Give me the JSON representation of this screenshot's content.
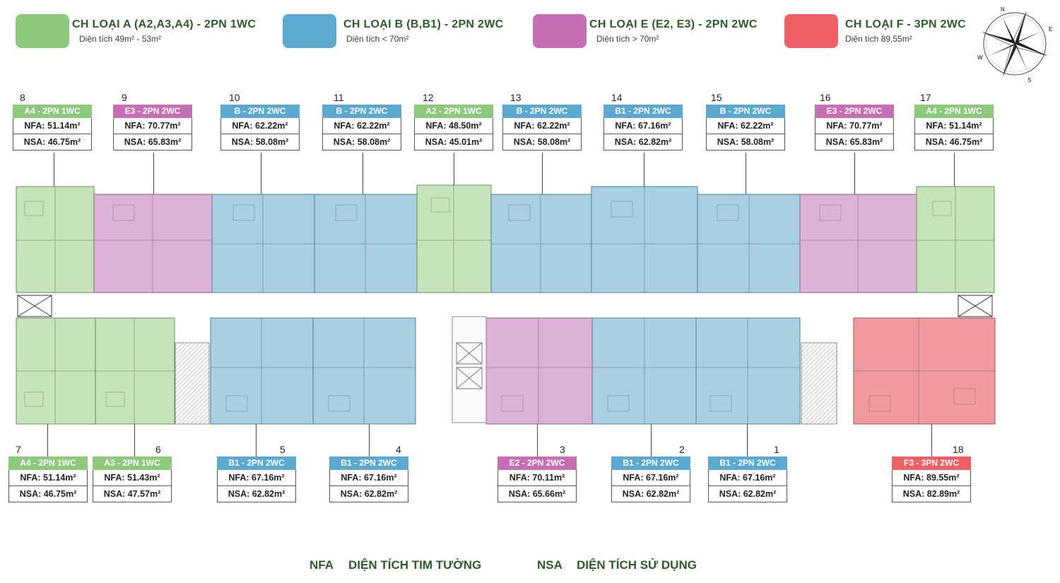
{
  "colors": {
    "A": "#8cc97c",
    "B": "#5ba9cf",
    "E": "#c66fb4",
    "F": "#ee5f66",
    "plan_A": "#c6e4b9",
    "plan_B": "#a9cfe2",
    "plan_E": "#dcb3d7",
    "plan_F": "#f09aa0",
    "text_green": "#2e5b2c"
  },
  "legend": [
    {
      "type": "A",
      "title": "CH LOẠI A (A2,A3,A4) - 2PN 1WC",
      "sub": "Diện tích 49m² - 53m²"
    },
    {
      "type": "B",
      "title": "CH LOẠI B (B,B1) - 2PN 2WC",
      "sub": "Diện tích < 70m²"
    },
    {
      "type": "E",
      "title": "CH LOẠI E (E2, E3) - 2PN 2WC",
      "sub": "Diện tích > 70m²"
    },
    {
      "type": "F",
      "title": "CH LOẠI F - 3PN 2WC",
      "sub": "Diện tích 89,55m²"
    }
  ],
  "compass": {
    "n": "N",
    "s": "S",
    "w": "W",
    "e": "E",
    "icon": "compass-rose-icon"
  },
  "units_top": [
    {
      "num": "8",
      "type": "A",
      "label": "A4 - 2PN 1WC",
      "nfa": "NFA: 51.14m²",
      "nsa": "NSA: 46.75m²"
    },
    {
      "num": "9",
      "type": "E",
      "label": "E3 - 2PN 2WC",
      "nfa": "NFA: 70.77m²",
      "nsa": "NSA: 65.83m²"
    },
    {
      "num": "10",
      "type": "B",
      "label": "B - 2PN 2WC",
      "nfa": "NFA: 62.22m²",
      "nsa": "NSA: 58.08m²"
    },
    {
      "num": "11",
      "type": "B",
      "label": "B - 2PN 2WC",
      "nfa": "NFA: 62.22m²",
      "nsa": "NSA: 58.08m²"
    },
    {
      "num": "12",
      "type": "A",
      "label": "A2 - 2PN 1WC",
      "nfa": "NFA: 48.50m²",
      "nsa": "NSA: 45.01m²"
    },
    {
      "num": "13",
      "type": "B",
      "label": "B - 2PN 2WC",
      "nfa": "NFA: 62.22m²",
      "nsa": "NSA: 58.08m²"
    },
    {
      "num": "14",
      "type": "B",
      "label": "B1 - 2PN 2WC",
      "nfa": "NFA: 67.16m²",
      "nsa": "NSA: 62.82m²"
    },
    {
      "num": "15",
      "type": "B",
      "label": "B - 2PN 2WC",
      "nfa": "NFA: 62.22m²",
      "nsa": "NSA: 58.08m²"
    },
    {
      "num": "16",
      "type": "E",
      "label": "E3 - 2PN 2WC",
      "nfa": "NFA: 70.77m²",
      "nsa": "NSA: 65.83m²"
    },
    {
      "num": "17",
      "type": "A",
      "label": "A4 - 2PN 1WC",
      "nfa": "NFA: 51.14m²",
      "nsa": "NSA: 46.75m²"
    }
  ],
  "units_bottom": [
    {
      "num": "7",
      "type": "A",
      "label": "A4 - 2PN 1WC",
      "nfa": "NFA: 51.14m²",
      "nsa": "NSA: 46.75m²"
    },
    {
      "num": "6",
      "type": "A",
      "label": "A3 - 2PN 1WC",
      "nfa": "NFA: 51.43m²",
      "nsa": "NSA: 47.57m²"
    },
    {
      "num": "5",
      "type": "B",
      "label": "B1 - 2PN 2WC",
      "nfa": "NFA: 67.16m²",
      "nsa": "NSA: 62.82m²"
    },
    {
      "num": "4",
      "type": "B",
      "label": "B1 - 2PN 2WC",
      "nfa": "NFA: 67.16m²",
      "nsa": "NSA: 62.82m²"
    },
    {
      "num": "3",
      "type": "E",
      "label": "E2 - 2PN 2WC",
      "nfa": "NFA: 70.11m²",
      "nsa": "NSA: 65.66m²"
    },
    {
      "num": "2",
      "type": "B",
      "label": "B1 - 2PN 2WC",
      "nfa": "NFA: 67.16m²",
      "nsa": "NSA: 62.82m²"
    },
    {
      "num": "1",
      "type": "B",
      "label": "B1 - 2PN 2WC",
      "nfa": "NFA: 67.16m²",
      "nsa": "NSA: 62.82m²"
    },
    {
      "num": "18",
      "type": "F",
      "label": "F3 - 3PN 2WC",
      "nfa": "NFA: 89.55m²",
      "nsa": "NSA: 82.89m²"
    }
  ],
  "footer": {
    "nfa_abbr": "NFA",
    "nfa_text": "DIỆN TÍCH TIM TƯỜNG",
    "nsa_abbr": "NSA",
    "nsa_text": "DIỆN TÍCH SỬ DỤNG"
  }
}
